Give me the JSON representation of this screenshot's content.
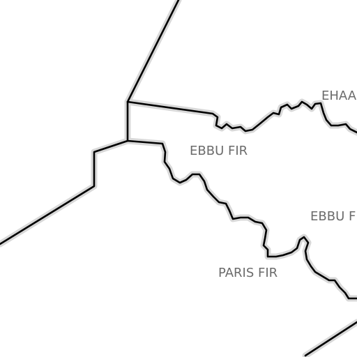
{
  "map": {
    "background": "#ffffff",
    "border_color": "#000000",
    "halo_color": "#d8d8d8",
    "label_color": "#6b6b6b",
    "labels": {
      "ehaa": "EHAA",
      "ebbu_north": "EBBU FIR",
      "ebbu_east": "EBBU FIR",
      "paris": "PARIS FIR"
    }
  }
}
